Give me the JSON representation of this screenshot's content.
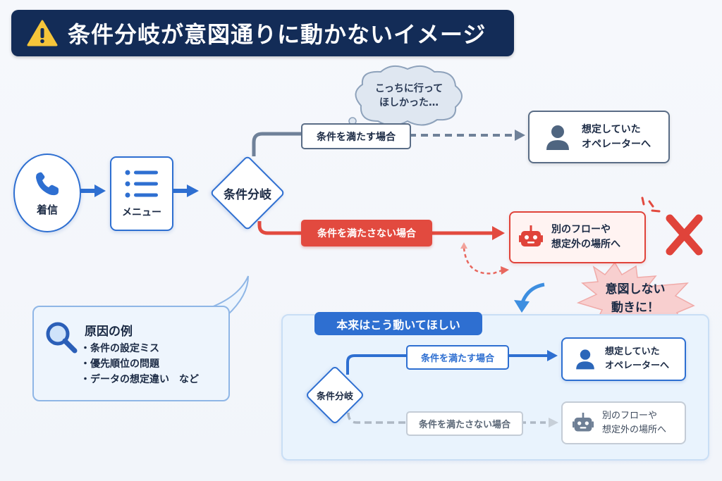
{
  "title": {
    "icon": "warning-icon",
    "text": "条件分岐が意図通りに動かないイメージ"
  },
  "colors": {
    "navy": "#132c57",
    "blue": "#2e6fd1",
    "red": "#e24a3f",
    "gray": "#5a6d86",
    "warning_yellow": "#f5c53a"
  },
  "flow": {
    "start": {
      "icon": "phone-icon",
      "label": "着信"
    },
    "menu": {
      "icon": "list-icon",
      "label": "メニュー"
    },
    "branch": {
      "label": "条件分岐"
    },
    "thought_bubble": {
      "line1": "こっちに行って",
      "line2": "ほしかった…"
    },
    "yes_path": {
      "label": "条件を満たす場合",
      "dest_icon": "person-icon",
      "dest_line1": "想定していた",
      "dest_line2": "オペレーターへ"
    },
    "no_path": {
      "label": "条件を満たさない場合",
      "dest_icon": "robot-icon",
      "dest_line1": "別のフローや",
      "dest_line2": "想定外の場所へ"
    },
    "error_mark": "x-mark-icon",
    "burst": {
      "line1": "意図しない",
      "line2": "動きに！"
    }
  },
  "causes": {
    "icon": "magnifier-icon",
    "title": "原因の例",
    "items": [
      "・条件の設定ミス",
      "・優先順位の問題",
      "・データの想定違い　など"
    ]
  },
  "ideal": {
    "title": "本来はこう動いてほしい",
    "branch": {
      "label": "条件分岐"
    },
    "yes_path": {
      "label": "条件を満たす場合",
      "dest_icon": "person-icon",
      "dest_line1": "想定していた",
      "dest_line2": "オペレーターへ"
    },
    "no_path": {
      "label": "条件を満たさない場合",
      "dest_icon": "robot-icon",
      "dest_line1": "別のフローや",
      "dest_line2": "想定外の場所へ"
    }
  }
}
